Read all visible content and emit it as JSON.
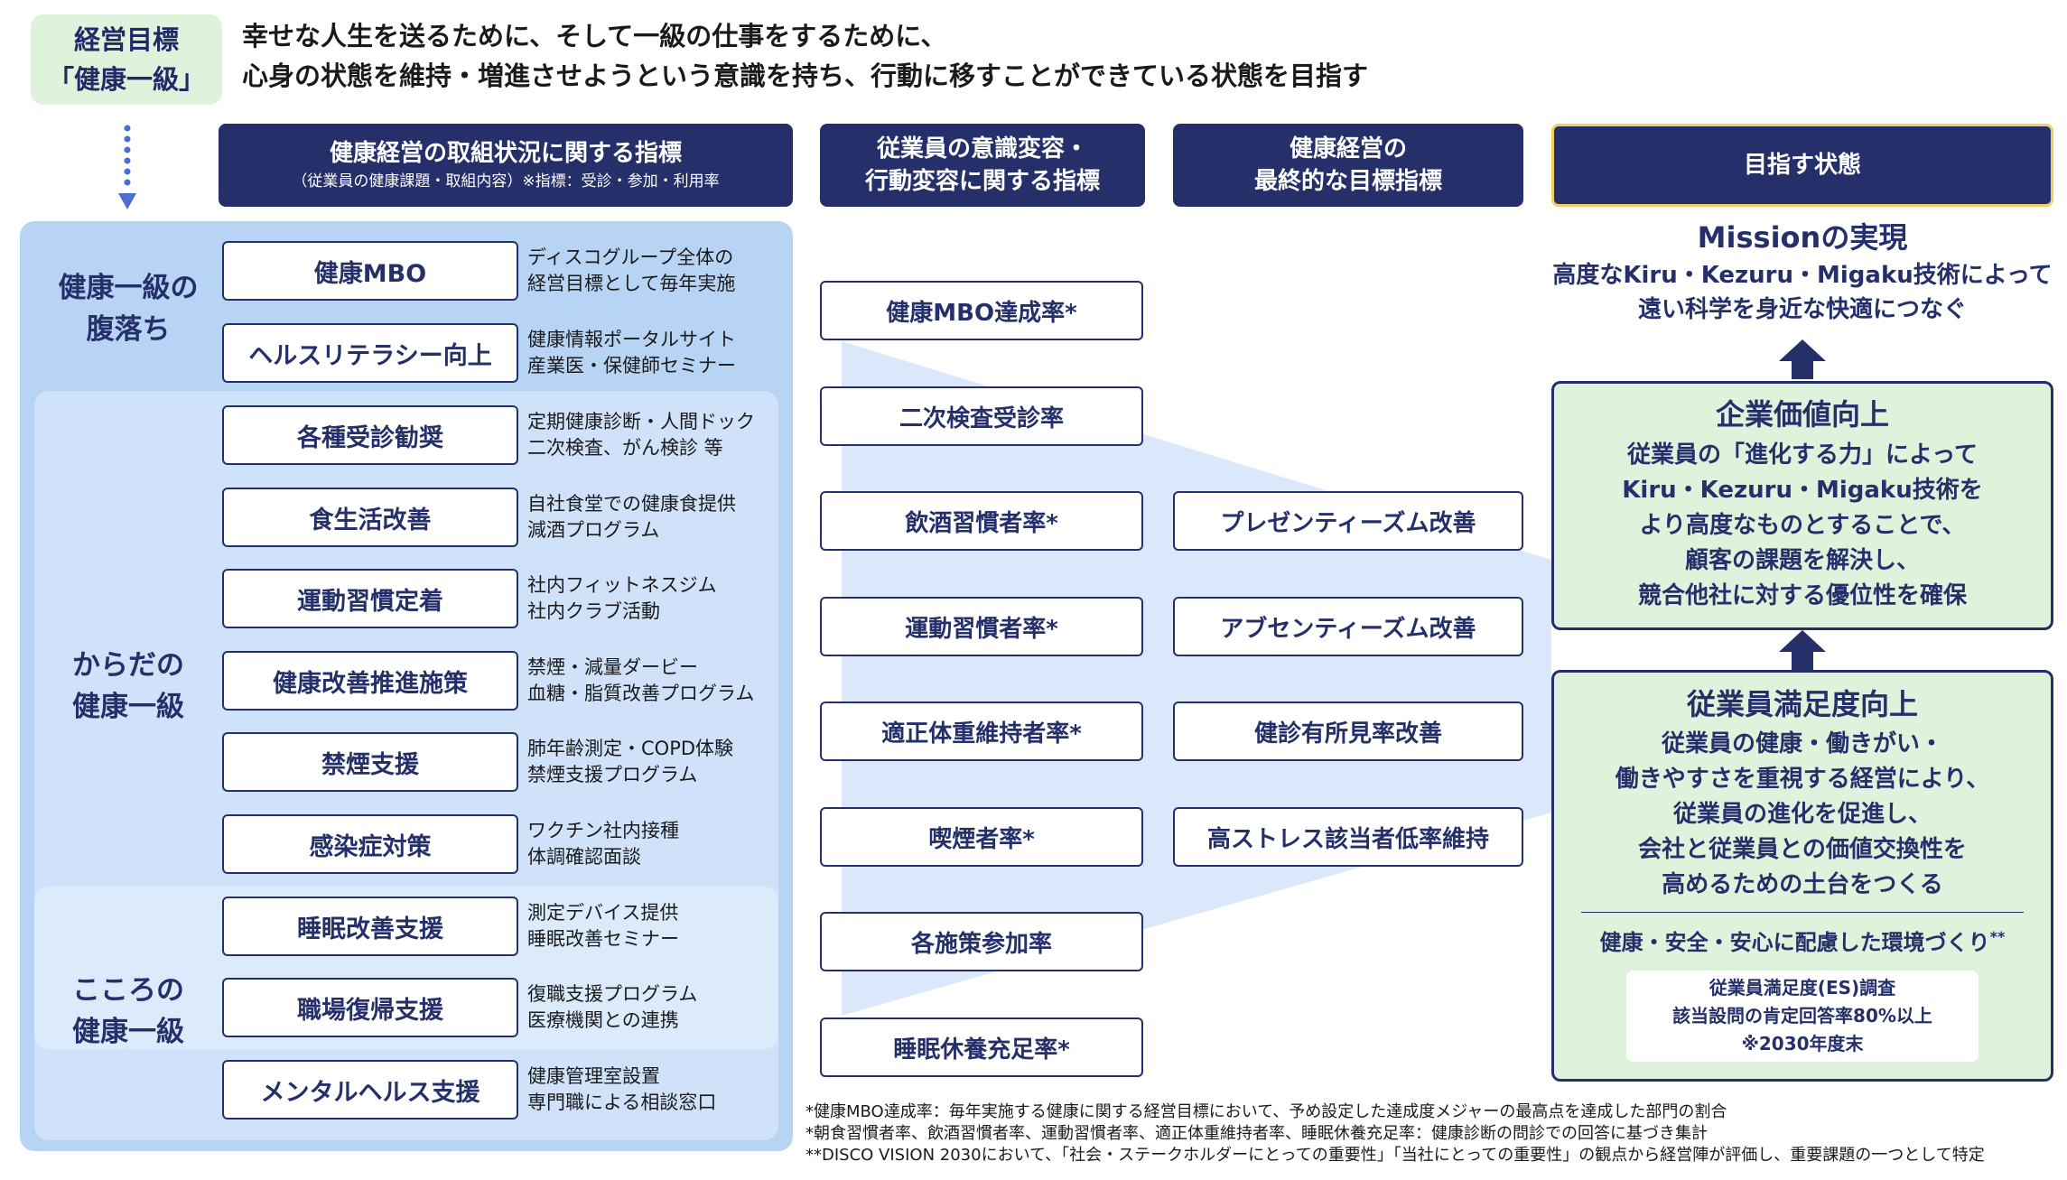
{
  "goal": {
    "badge_line1": "経営目標",
    "badge_line2": "「健康一級」",
    "text_line1": "幸せな人生を送るために、そして一級の仕事をするために、",
    "text_line2": "心身の状態を維持・増進させようという意識を持ち、行動に移すことができている状態を目指す"
  },
  "headers": {
    "col1_title": "健康経営の取組状況に関する指標",
    "col1_sub": "（従業員の健康課題・取組内容）※指標：受診・参加・利用率",
    "col2_line1": "従業員の意識変容・",
    "col2_line2": "行動変容に関する指標",
    "col3_line1": "健康経営の",
    "col3_line2": "最終的な目標指標",
    "col4": "目指す状態"
  },
  "categories": {
    "cat1_line1": "健康一級の",
    "cat1_line2": "腹落ち",
    "cat2_line1": "からだの",
    "cat2_line2": "健康一級",
    "cat3_line1": "こころの",
    "cat3_line2": "健康一級"
  },
  "initiatives": [
    {
      "label": "健康MBO",
      "desc1": "ディスコグループ全体の",
      "desc2": "経営目標として毎年実施"
    },
    {
      "label": "ヘルスリテラシー向上",
      "desc1": "健康情報ポータルサイト",
      "desc2": "産業医・保健師セミナー"
    },
    {
      "label": "各種受診勧奨",
      "desc1": "定期健康診断・人間ドック",
      "desc2": "二次検査、がん検診 等"
    },
    {
      "label": "食生活改善",
      "desc1": "自社食堂での健康食提供",
      "desc2": "減酒プログラム"
    },
    {
      "label": "運動習慣定着",
      "desc1": "社内フィットネスジム",
      "desc2": "社内クラブ活動"
    },
    {
      "label": "健康改善推進施策",
      "desc1": "禁煙・減量ダービー",
      "desc2": "血糖・脂質改善プログラム"
    },
    {
      "label": "禁煙支援",
      "desc1": "肺年齢測定・COPD体験",
      "desc2": "禁煙支援プログラム"
    },
    {
      "label": "感染症対策",
      "desc1": "ワクチン社内接種",
      "desc2": "体調確認面談"
    },
    {
      "label": "睡眠改善支援",
      "desc1": "測定デバイス提供",
      "desc2": "睡眠改善セミナー"
    },
    {
      "label": "職場復帰支援",
      "desc1": "復職支援プログラム",
      "desc2": "医療機関との連携"
    },
    {
      "label": "メンタルヘルス支援",
      "desc1": "健康管理室設置",
      "desc2": "専門職による相談窓口"
    }
  ],
  "behavior_indicators": [
    "健康MBO達成率*",
    "二次検査受診率",
    "飲酒習慣者率*",
    "運動習慣者率*",
    "適正体重維持者率*",
    "喫煙者率*",
    "各施策参加率",
    "睡眠休養充足率*"
  ],
  "final_indicators": [
    "プレゼンティーズム改善",
    "アブセンティーズム改善",
    "健診有所見率改善",
    "高ストレス該当者低率維持"
  ],
  "target": {
    "mission_title": "Missionの実現",
    "mission_line1": "高度なKiru・Kezuru・Migaku技術によって",
    "mission_line2": "遠い科学を身近な快適につなぐ",
    "corp_title": "企業価値向上",
    "corp_lines": [
      "従業員の「進化する力」によって",
      "Kiru・Kezuru・Migaku技術を",
      "より高度なものとすることで、",
      "顧客の課題を解決し、",
      "競合他社に対する優位性を確保"
    ],
    "emp_title": "従業員満足度向上",
    "emp_lines": [
      "従業員の健康・働きがい・",
      "働きやすさを重視する経営により、",
      "従業員の進化を促進し、",
      "会社と従業員との価値交換性を",
      "高めるための土台をつくる"
    ],
    "env_text": "健康・安全・安心に配慮した環境づくり",
    "env_mark": "**",
    "es_line1": "従業員満足度(ES)調査",
    "es_line2": "該当設問の肯定回答率80%以上",
    "es_line3": "※2030年度末"
  },
  "footnotes": [
    "*健康MBO達成率：毎年実施する健康に関する経営目標において、予め設定した達成度メジャーの最高点を達成した部門の割合",
    "*朝食習慣者率、飲酒習慣者率、運動習慣者率、適正体重維持者率、睡眠休養充足率：健康診断の問診での回答に基づき集計",
    "**DISCO VISION 2030において、「社会・ステークホルダーにとっての重要性」「当社にとっての重要性」の観点から経営陣が評価し、重要課題の一つとして特定"
  ],
  "colors": {
    "navy": "#25306b",
    "panel_blue": "#b8d4f5",
    "light_green": "#def2dc",
    "highlight_border": "#f0d060"
  }
}
